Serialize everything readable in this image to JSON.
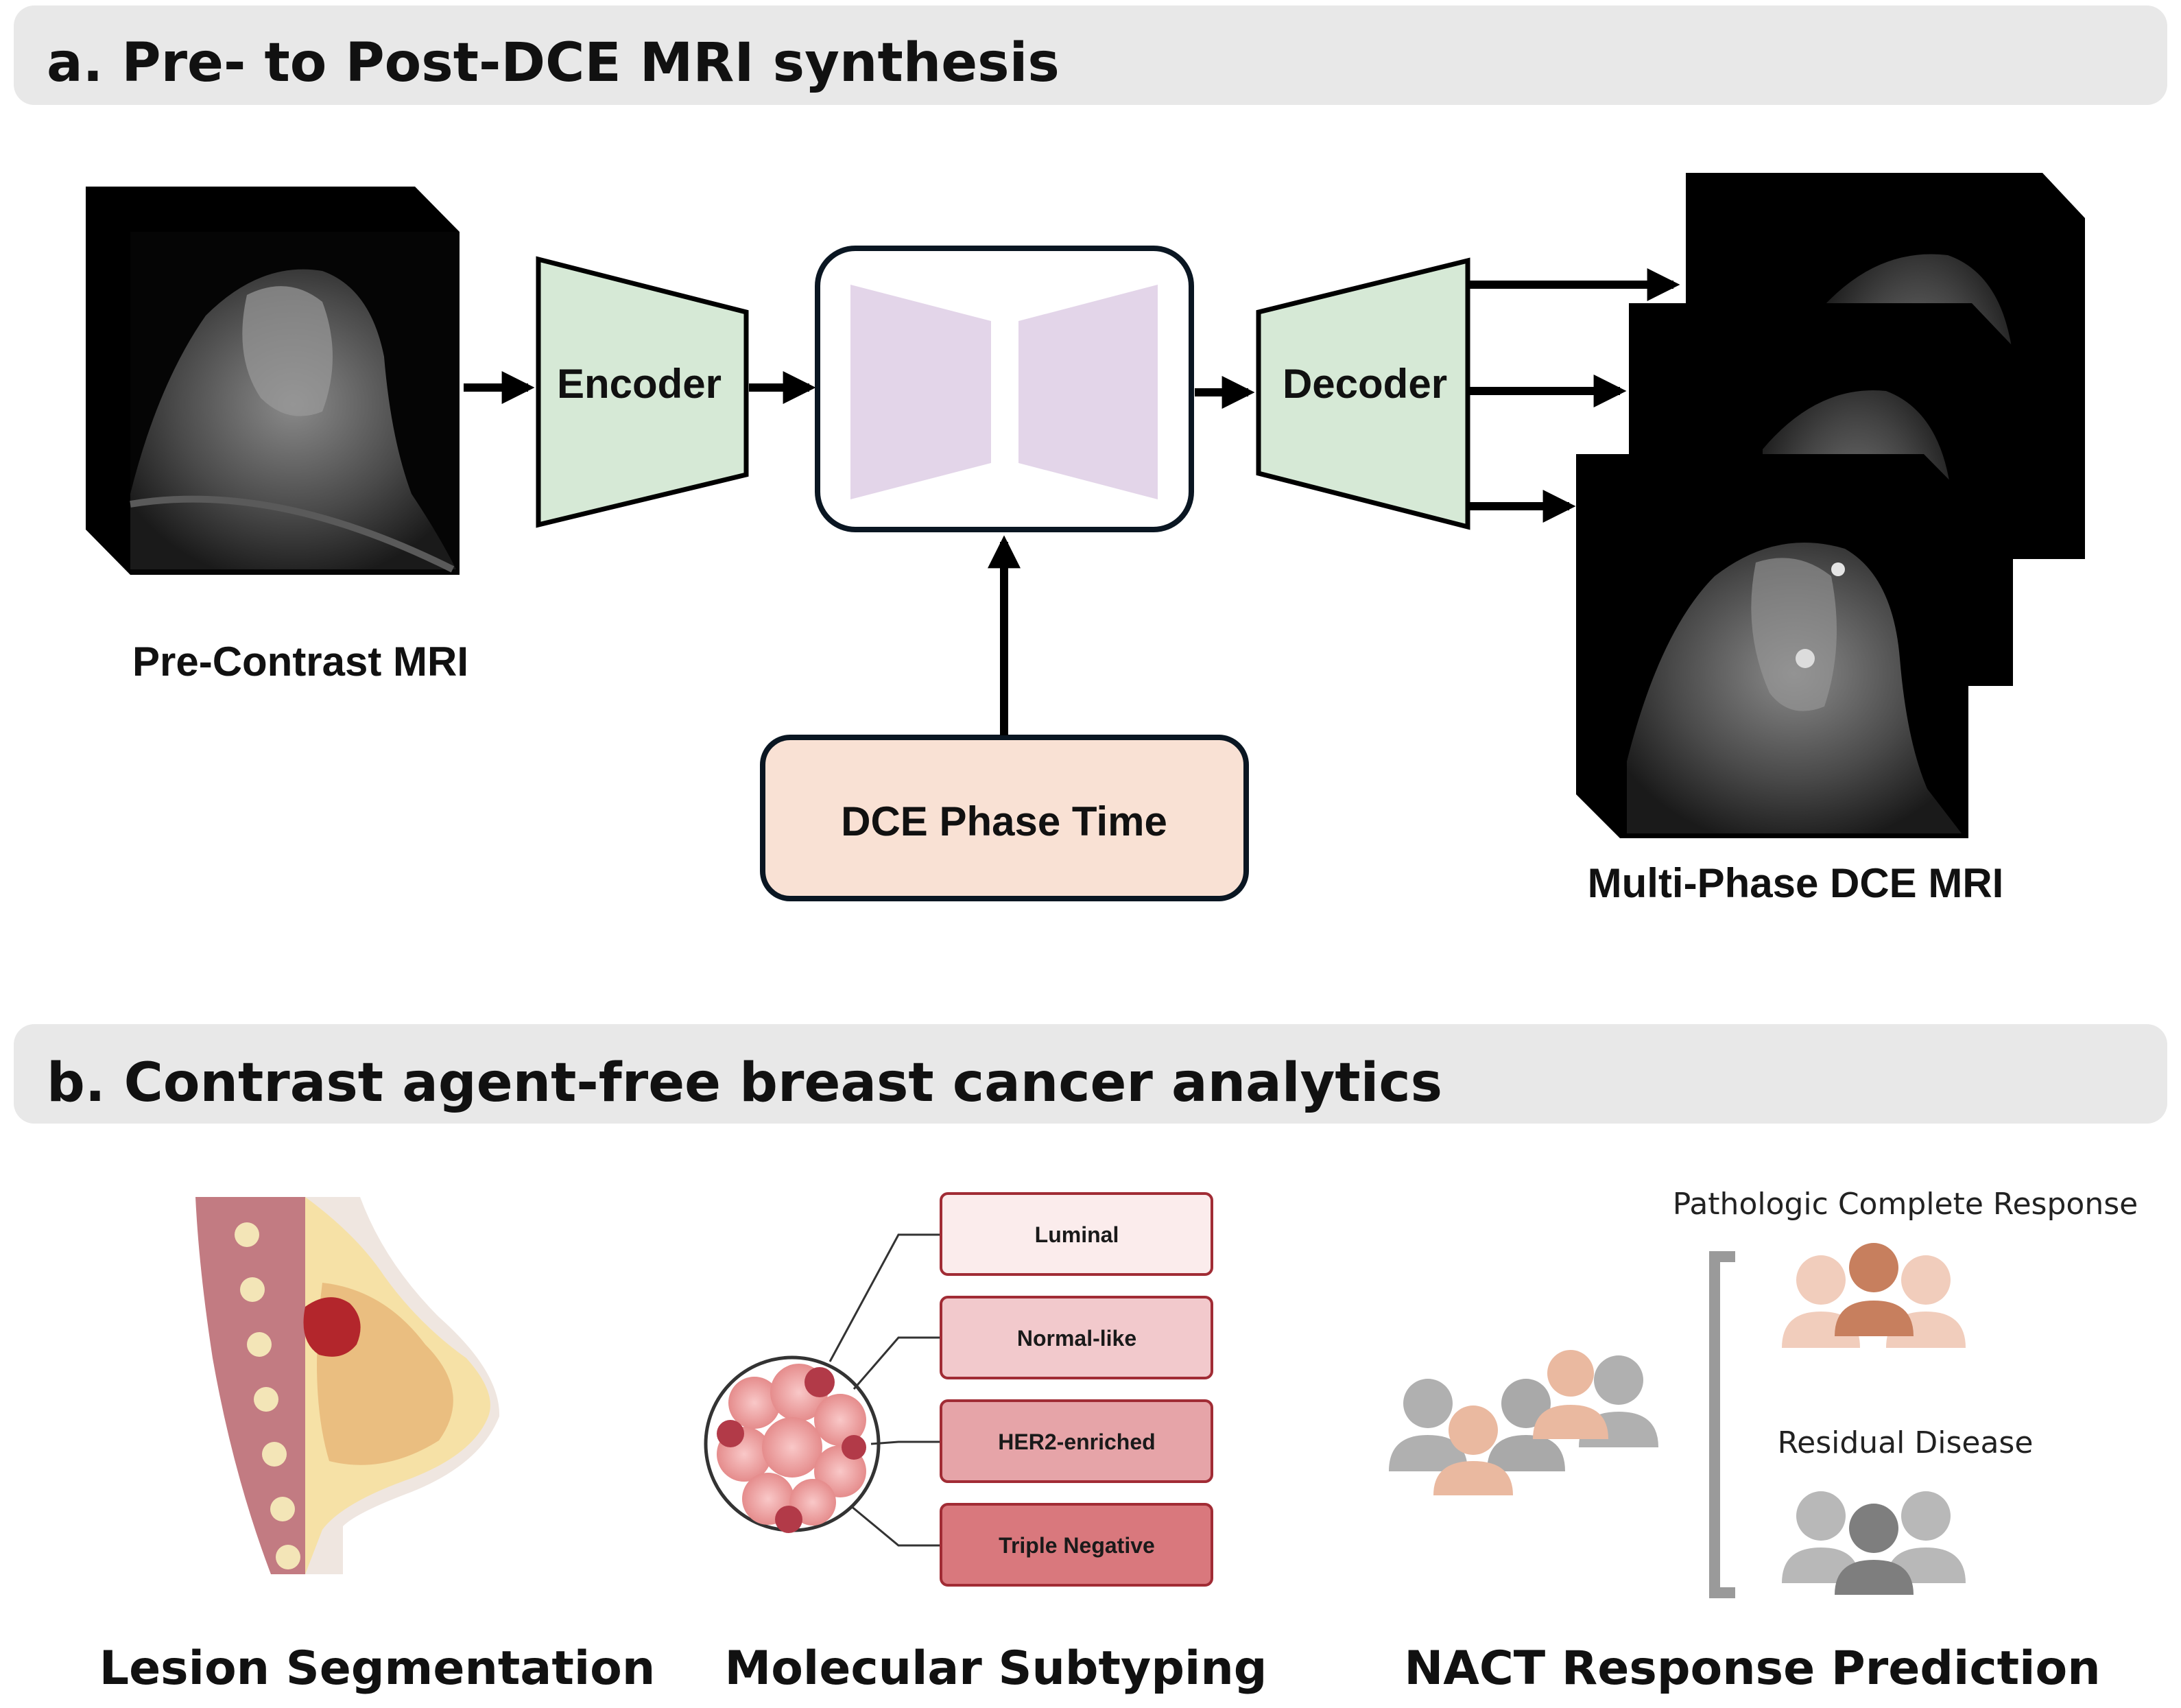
{
  "panel_a": {
    "title": "a. Pre- to Post-DCE MRI synthesis",
    "input_caption": "Pre-Contrast MRI",
    "encoder": "Encoder",
    "decoder": "Decoder",
    "condition": "DCE Phase Time",
    "output_caption": "Multi-Phase DCE MRI"
  },
  "panel_b": {
    "title": "b.  Contrast agent-free breast cancer analytics",
    "tasks": [
      "Lesion Segmentation",
      "Molecular Subtyping",
      "NACT Response Prediction"
    ],
    "subtypes": [
      "Luminal",
      "Normal-like",
      "HER2-enriched",
      "Triple Negative"
    ],
    "response_groups": [
      "Pathologic Complete Response",
      "Residual Disease"
    ]
  },
  "colors": {
    "header_bg": "#e8e8e8",
    "encoder_fill": "#d6e9d6",
    "bottleneck_fill": "#e3d5e9",
    "condition_fill": "#f9e1d4",
    "subtype_fills": [
      "#fbecec",
      "#f2c9cc",
      "#e6a4a8",
      "#d9787d"
    ],
    "pcr_people": "#e8b99f",
    "residual_people": "#a7a7a7"
  }
}
